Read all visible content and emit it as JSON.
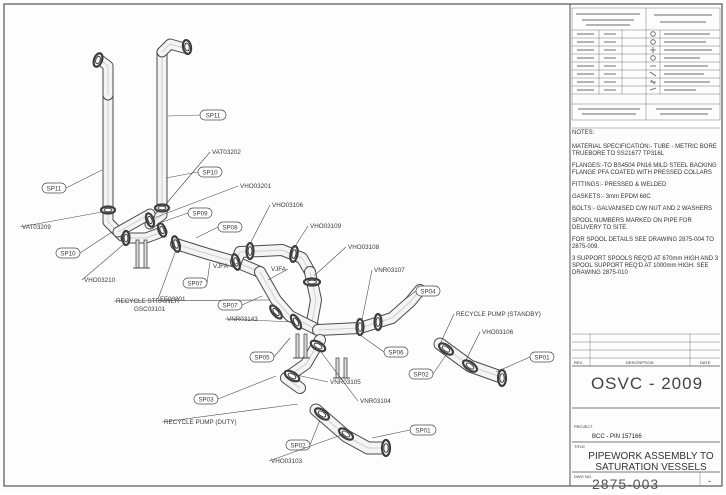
{
  "notes": {
    "header": "NOTES:",
    "lines": [
      "MATERIAL SPECIFICATION:- TUBE - METRIC BORE TRUEBORE TO SS21677 TP316L",
      "FLANGES:-TO BS4504 PN16 MILD STEEL BACKING FLANGE PFA COATED WITH PRESSED COLLARS",
      "FITTINGS:- PRESSED & WELDED",
      "GASKETS:- 3mm EPDM 68C",
      "BOLTS:- GALVANISED C/W NUT AND 2 WASHERS",
      "SPOOL NUMBERS MARKED ON PIPE FOR DELIVERY TO SITE.",
      "FOR SPOOL DETAILS SEE DRAWING 2875-004 TO 2875-009.",
      "3 SUPPORT SPOOLS REQ'D AT 670mm HIGH AND 3 SPOOL SUPPORT REQ'D AT 1000mm HIGH. SEE DRAWING 2875-010"
    ]
  },
  "titleblock": {
    "rev_label": "REV.",
    "desc_label": "DESCRIPTION",
    "date_label": "DATE",
    "client": "OSVC - 2009",
    "project_label": "PROJECT",
    "project": "BCC - PIN 157166",
    "title_label": "TITLE",
    "title_line1": "PIPEWORK ASSEMBLY TO",
    "title_line2": "SATURATION VESSELS",
    "dwg_label": "DWG NO.",
    "dwg_no": "2875-003",
    "rev_no": "-"
  },
  "labels": {
    "sp11_a": "SP11",
    "sp11_b": "SP11",
    "sp10": "SP10",
    "sp10b": "SP10",
    "sp09": "SP09",
    "sp08": "SP08",
    "sp07": "SP07",
    "sp07b": "SP07",
    "sp06": "SP06",
    "sp05": "SP05",
    "sp04": "SP04",
    "sp03": "SP03",
    "sp02": "SP02",
    "sp02b": "SP02",
    "sp01": "SP01",
    "sp01b": "SP01",
    "vat03202": "VAT03202",
    "vat03209": "VAT03209",
    "vho03201": "VHO03201",
    "vho03210": "VHO03210",
    "fe03201": "FE03201",
    "vjfa_a": "VJFA",
    "vjfa_b": "VJFA",
    "vho03106a": "VHO03106",
    "vho03109": "VHO03109",
    "vho03108": "VHO03108",
    "vnr03107": "VNR03107",
    "recycle_strainer": "RECYCLE STRAINER",
    "gsc03101": "GSC03101",
    "vnr03143": "VNR03143",
    "vnr03105": "VNR03105",
    "vnr03104": "VNR03104",
    "vho03106b": "VHO03106",
    "vho03103": "VHO03103",
    "recycle_pump_standby": "RECYCLE PUMP (STANDBY)",
    "recycle_pump_duty": "RECYCLE PUMP (DUTY)"
  },
  "colors": {
    "line": "#4a4a4a",
    "fill": "#f4f4f4",
    "flange": "#3d3d3d"
  }
}
